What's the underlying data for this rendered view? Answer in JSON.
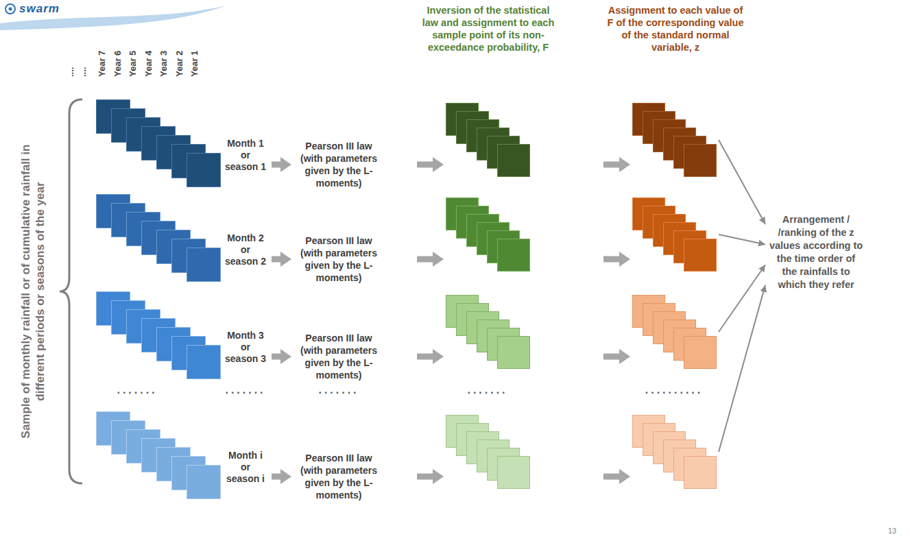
{
  "diagram": {
    "nodes": [
      {
        "text": [
          "Month 1 or season 1"
        ]
      },
      {
        "text": [
          "Pearson III law (with parameters given by the L-moments)"
        ]
      },
      {
        "text": []
      },
      {
        "text": []
      },
      {
        "text": [
          "Month 2 or season 2"
        ]
      },
      {
        "text": [
          "Pearson III law (with parameters given by the L-moments)"
        ]
      },
      {
        "text": []
      },
      {
        "text": []
      },
      {
        "text": [
          "Month 3 or season 3"
        ]
      },
      {
        "text": [
          "Pearson III law (with parameters given by the L-moments)"
        ]
      },
      {
        "text": []
      },
      {
        "text": []
      },
      {
        "text": [
          "Month i or season i"
        ]
      },
      {
        "text": [
          "Pearson III law (with parameters given by the L-moments)"
        ]
      },
      {
        "text": []
      },
      {
        "text": []
      },
      {
        "text": [
          "Arrangement / /ranking of the z values according to the time order of the rainfalls to which they refer"
        ]
      }
    ],
    "edges": [
      {
        "from": 0,
        "to": 1,
        "arrow": "to"
      },
      {
        "from": 1,
        "to": 2,
        "arrow": "to"
      },
      {
        "from": 2,
        "to": 3,
        "arrow": "to"
      },
      {
        "from": 3,
        "to": 16,
        "arrow": "to"
      },
      {
        "from": 4,
        "to": 5,
        "arrow": "to"
      },
      {
        "from": 5,
        "to": 6,
        "arrow": "to"
      },
      {
        "from": 6,
        "to": 7,
        "arrow": "to"
      },
      {
        "from": 7,
        "to": 16,
        "arrow": "to"
      },
      {
        "from": 8,
        "to": 9,
        "arrow": "to"
      },
      {
        "from": 9,
        "to": 10,
        "arrow": "to"
      },
      {
        "from": 10,
        "to": 11,
        "arrow": "to"
      },
      {
        "from": 11,
        "to": 16,
        "arrow": "to"
      },
      {
        "from": 12,
        "to": 13,
        "arrow": "to"
      },
      {
        "from": 13,
        "to": 14,
        "arrow": "to"
      },
      {
        "from": 14,
        "to": 15,
        "arrow": "to"
      },
      {
        "from": 15,
        "to": 16,
        "arrow": "to"
      }
    ],
    "labels": [
      "swarm",
      "....",
      "....",
      "Year 7",
      "Year 6",
      "Year 5",
      "Year 4",
      "Year 3",
      "Year 2",
      "Year 1",
      "Sample of monthly rainfall or of cumulative rainfall in different periods or seasons of the year",
      "Inversion of the statistical law and assignment to each sample point of its non-exceedance probability, F",
      "Assignment to each value of F of the corresponding value of the standard normal variable, z",
      ".......",
      ".......",
      ".......",
      ".......",
      "..........",
      "13"
    ]
  }
}
